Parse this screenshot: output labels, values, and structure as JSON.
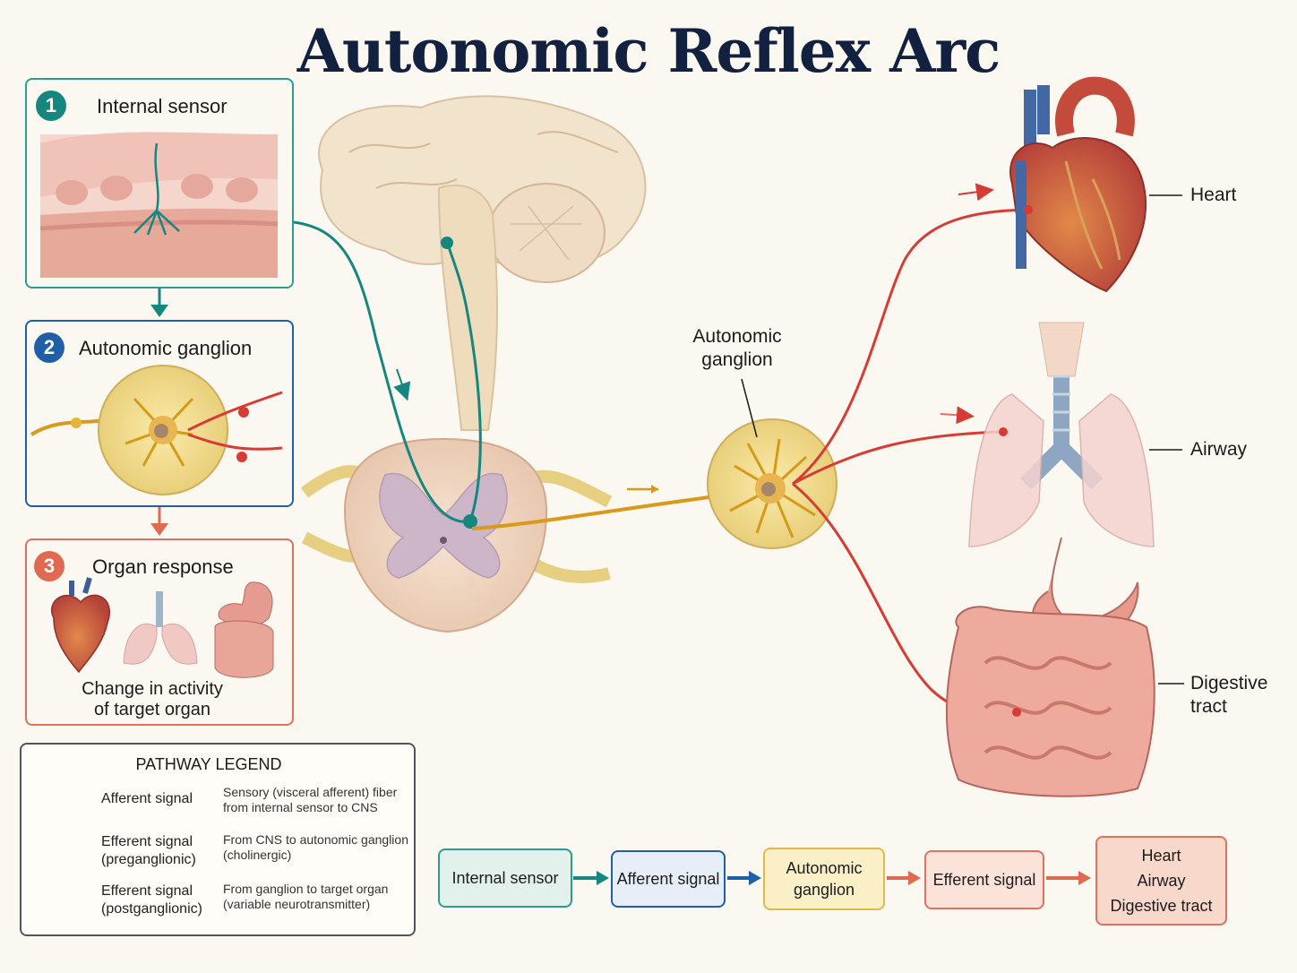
{
  "title": "Autonomic Reflex Arc",
  "panels": [
    {
      "number": "1",
      "title": "Internal sensor"
    },
    {
      "number": "2",
      "title": "Autonomic ganglion"
    },
    {
      "number": "3",
      "title": "Organ response",
      "caption": "Change in activity\nof target organ"
    }
  ],
  "center_ganglion_label": "Autonomic\nganglion",
  "organs": [
    {
      "label": "Heart"
    },
    {
      "label": "Airway"
    },
    {
      "label": "Digestive\ntract"
    }
  ],
  "legend": {
    "title": "PATHWAY LEGEND",
    "rows": [
      {
        "label": "Afferent signal",
        "description": "Sensory (visceral afferent) fiber\nfrom internal sensor to CNS",
        "color": "#16877f"
      },
      {
        "label": "Efferent signal\n(preganglionic)",
        "description": "From CNS to autonomic ganglion\n(cholinergic)",
        "color": "#d99a1c"
      },
      {
        "label": "Efferent signal\n(postganglionic)",
        "description": "From ganglion to target organ\n(variable neurotransmitter)",
        "color": "#d63b34"
      }
    ]
  },
  "flow": [
    {
      "label": "Internal sensor"
    },
    {
      "label": "Afferent signal"
    },
    {
      "label": "Autonomic\nganglion"
    },
    {
      "label": "Efferent signal"
    },
    {
      "label": "Heart\nAirway\nDigestive tract"
    }
  ],
  "colors": {
    "afferent": "#16877f",
    "preganglionic": "#d99a1c",
    "postganglionic": "#d63b34",
    "panel1_border": "#2a9d8f",
    "panel2_border": "#1f5fa8",
    "panel3_border": "#e07060",
    "title": "#12213f"
  }
}
